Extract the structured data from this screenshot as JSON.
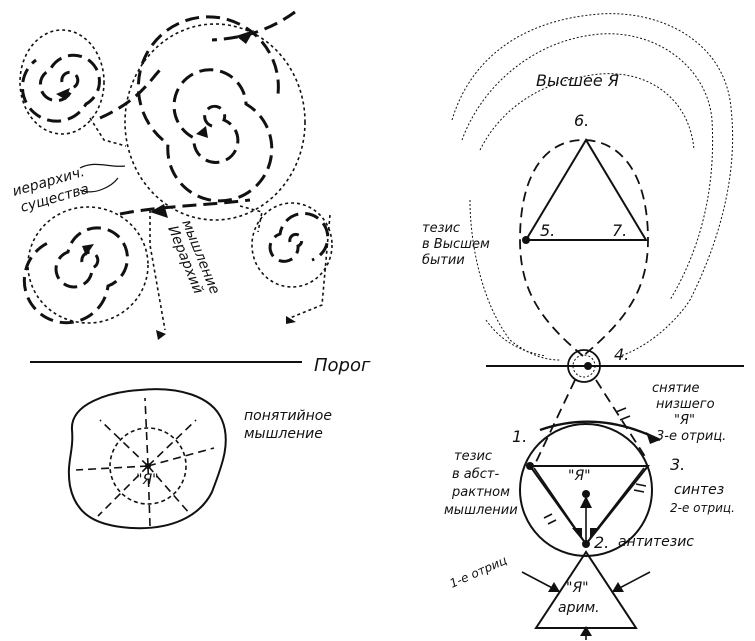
{
  "left": {
    "hierarchy_beings": [
      "иерархич.",
      "существа"
    ],
    "hierarchy_thinking": [
      "мышление",
      "Иерархий"
    ],
    "threshold": "Порог",
    "conceptual_thinking": [
      "понятийное",
      "мышление"
    ],
    "ego_symbol": "\"Я\""
  },
  "right": {
    "higher_self": "Высшее Я",
    "n6": "6.",
    "n5": "5.",
    "n7": "7.",
    "n4": "4.",
    "n1": "1.",
    "n2": "2.",
    "n3": "3.",
    "thesis_higher": [
      "тезис",
      "в Высшем",
      "бытии"
    ],
    "removal": [
      "снятие",
      "низшего",
      "\"Я\"",
      "3-е отриц."
    ],
    "thesis_abstract": [
      "тезис",
      "в абст-",
      "рактном",
      "мышлении"
    ],
    "synthesis": [
      "синтез",
      "2-е отриц."
    ],
    "antithesis": "антитезис",
    "first_negation": "1-е отриц",
    "ego_symbol": "\"Я\"",
    "ahriman_ego": "\"Я\"",
    "ahriman": "арим."
  },
  "colors": {
    "ink": "#111111",
    "background": "#ffffff"
  }
}
